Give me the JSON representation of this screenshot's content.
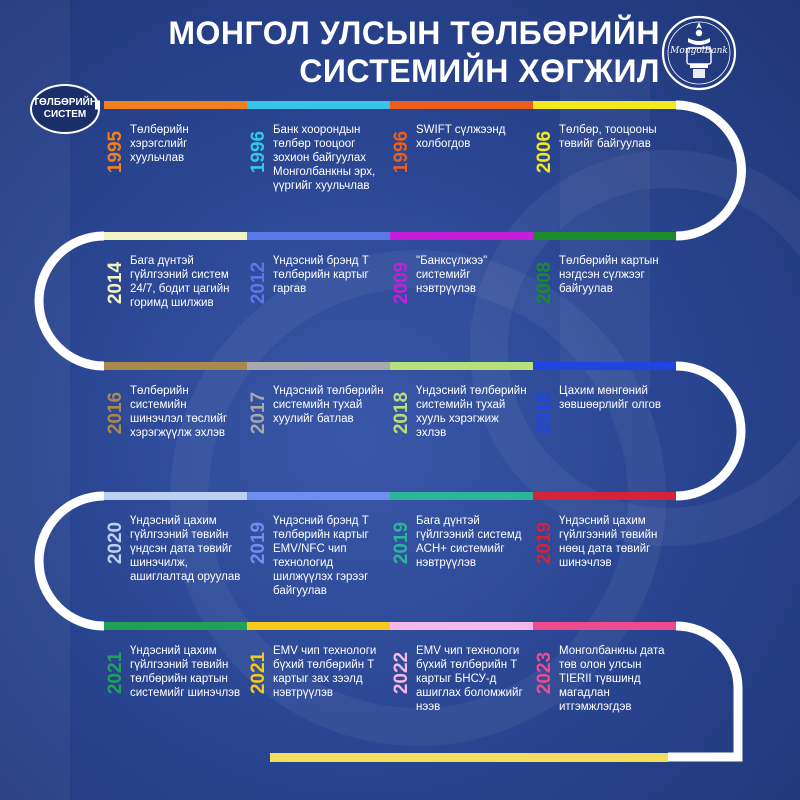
{
  "title": {
    "line1": "МОНГОЛ УЛСЫН ТӨЛБӨРИЙН",
    "line2": "СИСТЕМИЙН ХӨГЖИЛ"
  },
  "logo": {
    "icon": "mongolbank-emblem-icon",
    "text": "MongolBank"
  },
  "start_badge": {
    "line1": "ТӨЛБӨРИЙН",
    "line2": "СИСТЕМ"
  },
  "colors": {
    "path": "#ffffff",
    "background": "#2b4794",
    "end_bar": "#f2dd5c"
  },
  "milestones": [
    {
      "year": "1995",
      "color": "#f07f1e",
      "text": "Төлбөрийн хэрэгслийг хуульчлав"
    },
    {
      "year": "1996",
      "color": "#35c6ea",
      "text": "Банк хоорондын төлбөр тооцоог зохион байгуулах Монголбанкны эрх, үүргийг хуульчлав"
    },
    {
      "year": "1996",
      "color": "#ea5e1e",
      "text": "SWIFT сүлжээнд холбогдов"
    },
    {
      "year": "2006",
      "color": "#f4e91c",
      "text": "Төлбөр, тооцооны төвийг байгуулав"
    },
    {
      "year": "2008",
      "color": "#1c8b2c",
      "text": "Төлбөрийн картын нэгдсэн сүлжээг байгуулав"
    },
    {
      "year": "2009",
      "color": "#c61ed8",
      "text": "\"Банксүлжээ\" системийг нэвтрүүлэв"
    },
    {
      "year": "2012",
      "color": "#5a78e6",
      "text": "Үндэсний брэнд Т төлбөрийн картыг гаргав"
    },
    {
      "year": "2014",
      "color": "#f1f3c2",
      "text": "Бага дүнтэй гүйлгээний систем 24/7, бодит цагийн горимд шилжив"
    },
    {
      "year": "2016",
      "color": "#a98a4c",
      "text": "Төлбөрийн системийн шинэчлэл төслийг хэрэгжүүлж эхлэв"
    },
    {
      "year": "2017",
      "color": "#a7a9ad",
      "text": "Үндэсний төлбөрийн системийн тухай хуулийг батлав"
    },
    {
      "year": "2018",
      "color": "#b8e07a",
      "text": "Үндэсний төлбөрийн системийн тухай хууль хэрэгжиж эхлэв"
    },
    {
      "year": "2018",
      "color": "#1f45e0",
      "text": "Цахим мөнгөний зөвшөөрлийг олгов"
    },
    {
      "year": "2019",
      "color": "#d6223a",
      "text": "Үндэсний цахим гүйлгээний төвийн нөөц дата төвийг шинэчлэв"
    },
    {
      "year": "2019",
      "color": "#2db49a",
      "text": "Бага дүнтэй гүйлгээний системд ACH+ системийг нэвтрүүлэв"
    },
    {
      "year": "2019",
      "color": "#6f8ff0",
      "text": "Үндэсний брэнд Т төлбөрийн картыг EMV/NFC чип технологид шилжүүлэх гэрээг байгуулав"
    },
    {
      "year": "2020",
      "color": "#bcd0f2",
      "text": "Үндэсний цахим гүйлгээний төвийн үндсэн дата төвийг шинэчилж, ашиглалтад оруулав"
    },
    {
      "year": "2021",
      "color": "#21a05a",
      "text": "Үндэсний цахим гүйлгээний төвийн төлбөрийн картын системийг шинэчлэв"
    },
    {
      "year": "2021",
      "color": "#f7c91c",
      "text": "EMV чип технологи бүхий төлбөрийн Т картыг зах зээлд нэвтрүүлэв"
    },
    {
      "year": "2022",
      "color": "#f4b9e8",
      "text": "EMV чип технологи бүхий төлбөрийн Т картыг БНСУ-д ашиглах боломжийг нээв"
    },
    {
      "year": "2023",
      "color": "#ee4a8e",
      "text": "Монголбанкны дата төв олон улсын TIERII түвшинд магадлан итгэмжлэгдэв"
    }
  ]
}
